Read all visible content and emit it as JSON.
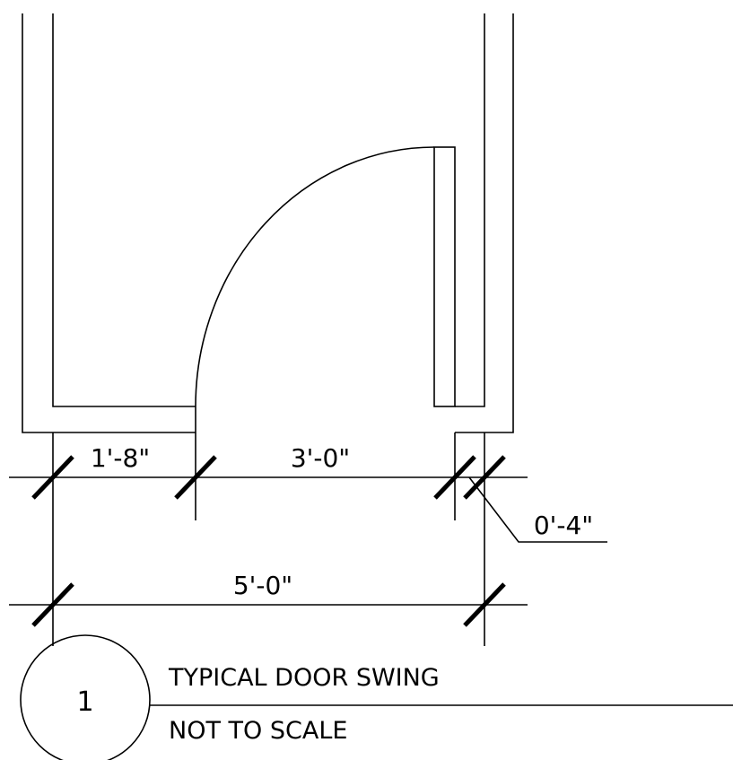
{
  "dimensions": {
    "left_wall_segment": "1'-8\"",
    "door_opening": "3'-0\"",
    "door_jamb": "0'-4\"",
    "overall": "5'-0\""
  },
  "title_block": {
    "detail_number": "1",
    "title": "TYPICAL DOOR SWING",
    "scale_note": "NOT TO SCALE"
  }
}
